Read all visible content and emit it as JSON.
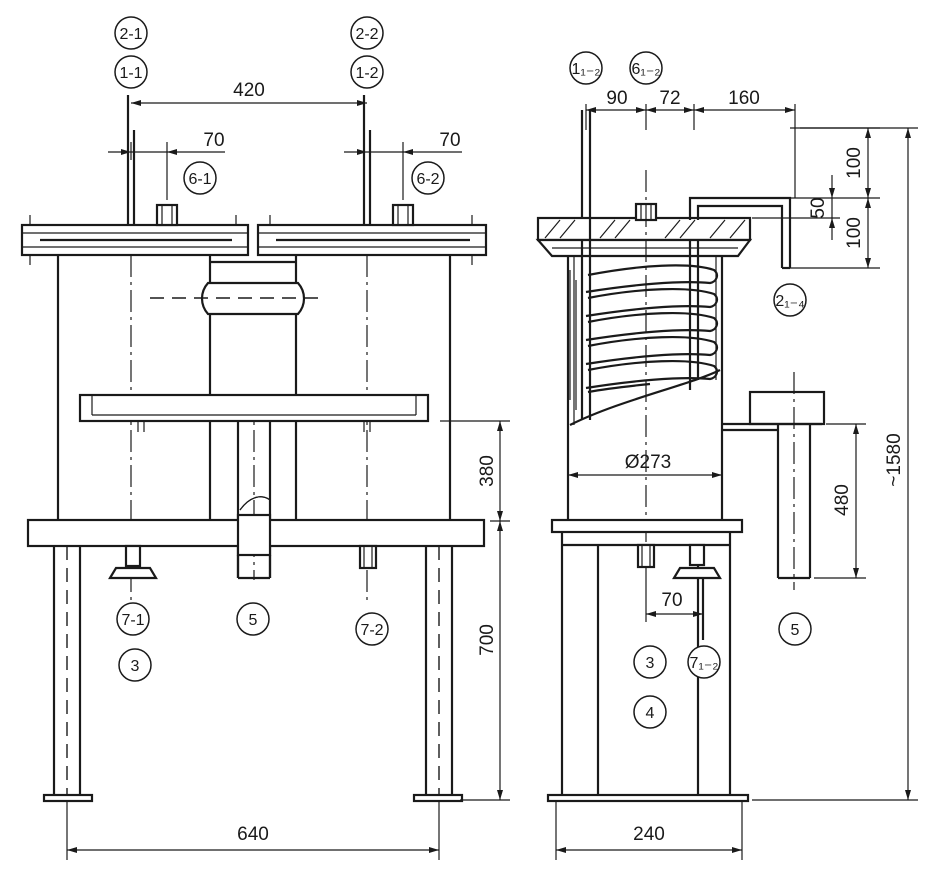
{
  "front_view": {
    "callouts": {
      "c2_1": "2-1",
      "c2_2": "2-2",
      "c1_1": "1-1",
      "c1_2": "1-2",
      "c6_1": "6-1",
      "c6_2": "6-2",
      "c7_1": "7-1",
      "c7_2": "7-2",
      "c5": "5",
      "c3": "3"
    },
    "dims": {
      "d420": "420",
      "d70a": "70",
      "d70b": "70",
      "d380": "380",
      "d700": "700",
      "d640": "640"
    }
  },
  "side_view": {
    "callouts": {
      "c1_12": "1₁₋₂",
      "c6_12": "6₁₋₂",
      "c2_14": "2₁₋₄",
      "c3": "3",
      "c4": "4",
      "c7_12": "7₁₋₂",
      "c5": "5"
    },
    "dims": {
      "d90": "90",
      "d72": "72",
      "d160": "160",
      "d100a": "100",
      "d50": "50",
      "d100b": "100",
      "d1580": "~1580",
      "d273": "Ø273",
      "d480": "480",
      "d70": "70",
      "d240": "240"
    }
  }
}
